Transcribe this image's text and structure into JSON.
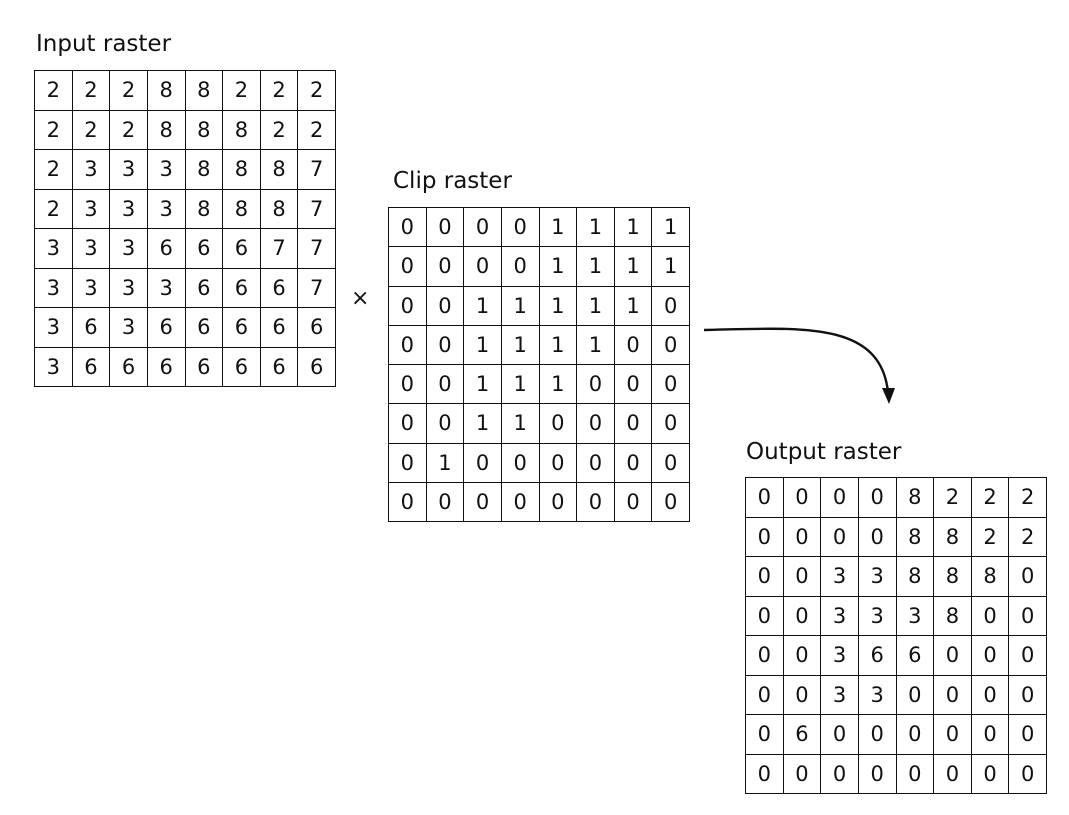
{
  "input": {
    "label": "Input raster",
    "rows": [
      [
        "2",
        "2",
        "2",
        "8",
        "8",
        "2",
        "2",
        "2"
      ],
      [
        "2",
        "2",
        "2",
        "8",
        "8",
        "8",
        "2",
        "2"
      ],
      [
        "2",
        "3",
        "3",
        "3",
        "8",
        "8",
        "8",
        "7"
      ],
      [
        "2",
        "3",
        "3",
        "3",
        "8",
        "8",
        "8",
        "7"
      ],
      [
        "3",
        "3",
        "3",
        "6",
        "6",
        "6",
        "7",
        "7"
      ],
      [
        "3",
        "3",
        "3",
        "3",
        "6",
        "6",
        "6",
        "7"
      ],
      [
        "3",
        "6",
        "3",
        "6",
        "6",
        "6",
        "6",
        "6"
      ],
      [
        "3",
        "6",
        "6",
        "6",
        "6",
        "6",
        "6",
        "6"
      ]
    ]
  },
  "operator": "×",
  "clip": {
    "label": "Clip raster",
    "rows": [
      [
        "0",
        "0",
        "0",
        "0",
        "1",
        "1",
        "1",
        "1"
      ],
      [
        "0",
        "0",
        "0",
        "0",
        "1",
        "1",
        "1",
        "1"
      ],
      [
        "0",
        "0",
        "1",
        "1",
        "1",
        "1",
        "1",
        "0"
      ],
      [
        "0",
        "0",
        "1",
        "1",
        "1",
        "1",
        "0",
        "0"
      ],
      [
        "0",
        "0",
        "1",
        "1",
        "1",
        "0",
        "0",
        "0"
      ],
      [
        "0",
        "0",
        "1",
        "1",
        "0",
        "0",
        "0",
        "0"
      ],
      [
        "0",
        "1",
        "0",
        "0",
        "0",
        "0",
        "0",
        "0"
      ],
      [
        "0",
        "0",
        "0",
        "0",
        "0",
        "0",
        "0",
        "0"
      ]
    ]
  },
  "output": {
    "label": "Output raster",
    "rows": [
      [
        "0",
        "0",
        "0",
        "0",
        "8",
        "2",
        "2",
        "2"
      ],
      [
        "0",
        "0",
        "0",
        "0",
        "8",
        "8",
        "2",
        "2"
      ],
      [
        "0",
        "0",
        "3",
        "3",
        "8",
        "8",
        "8",
        "0"
      ],
      [
        "0",
        "0",
        "3",
        "3",
        "3",
        "8",
        "0",
        "0"
      ],
      [
        "0",
        "0",
        "3",
        "6",
        "6",
        "0",
        "0",
        "0"
      ],
      [
        "0",
        "0",
        "3",
        "3",
        "0",
        "0",
        "0",
        "0"
      ],
      [
        "0",
        "6",
        "0",
        "0",
        "0",
        "0",
        "0",
        "0"
      ],
      [
        "0",
        "0",
        "0",
        "0",
        "0",
        "0",
        "0",
        "0"
      ]
    ]
  }
}
